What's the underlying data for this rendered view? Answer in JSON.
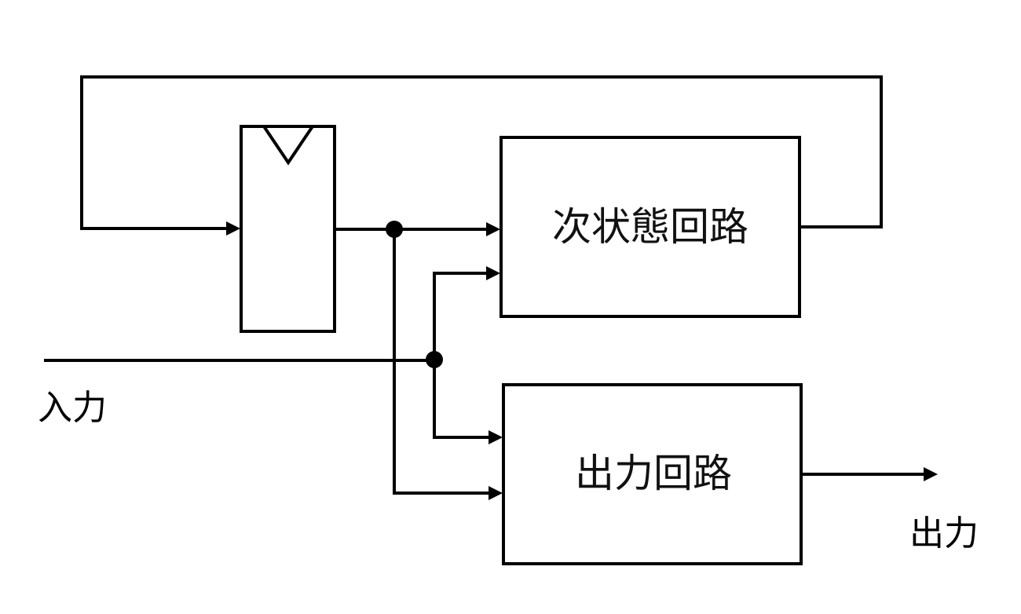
{
  "diagram": {
    "type": "sequential-circuit-block-diagram",
    "stroke_color": "#000000",
    "background_color": "#ffffff",
    "blocks": {
      "register": {
        "label": "",
        "symbol": "clock-triangle"
      },
      "next_state": {
        "label": "次状態回路"
      },
      "output_circuit": {
        "label": "出力回路"
      }
    },
    "labels": {
      "input": "入力",
      "output": "出力"
    },
    "connections": [
      {
        "from": "register",
        "to": "next_state",
        "via": "junction-register-out"
      },
      {
        "from": "register",
        "to": "output_circuit",
        "via": "junction-register-out"
      },
      {
        "from": "input",
        "to": "next_state",
        "via": "junction-input"
      },
      {
        "from": "input",
        "to": "output_circuit",
        "via": "junction-input"
      },
      {
        "from": "next_state",
        "to": "register",
        "via": "feedback-loop"
      },
      {
        "from": "output_circuit",
        "to": "output"
      }
    ]
  }
}
